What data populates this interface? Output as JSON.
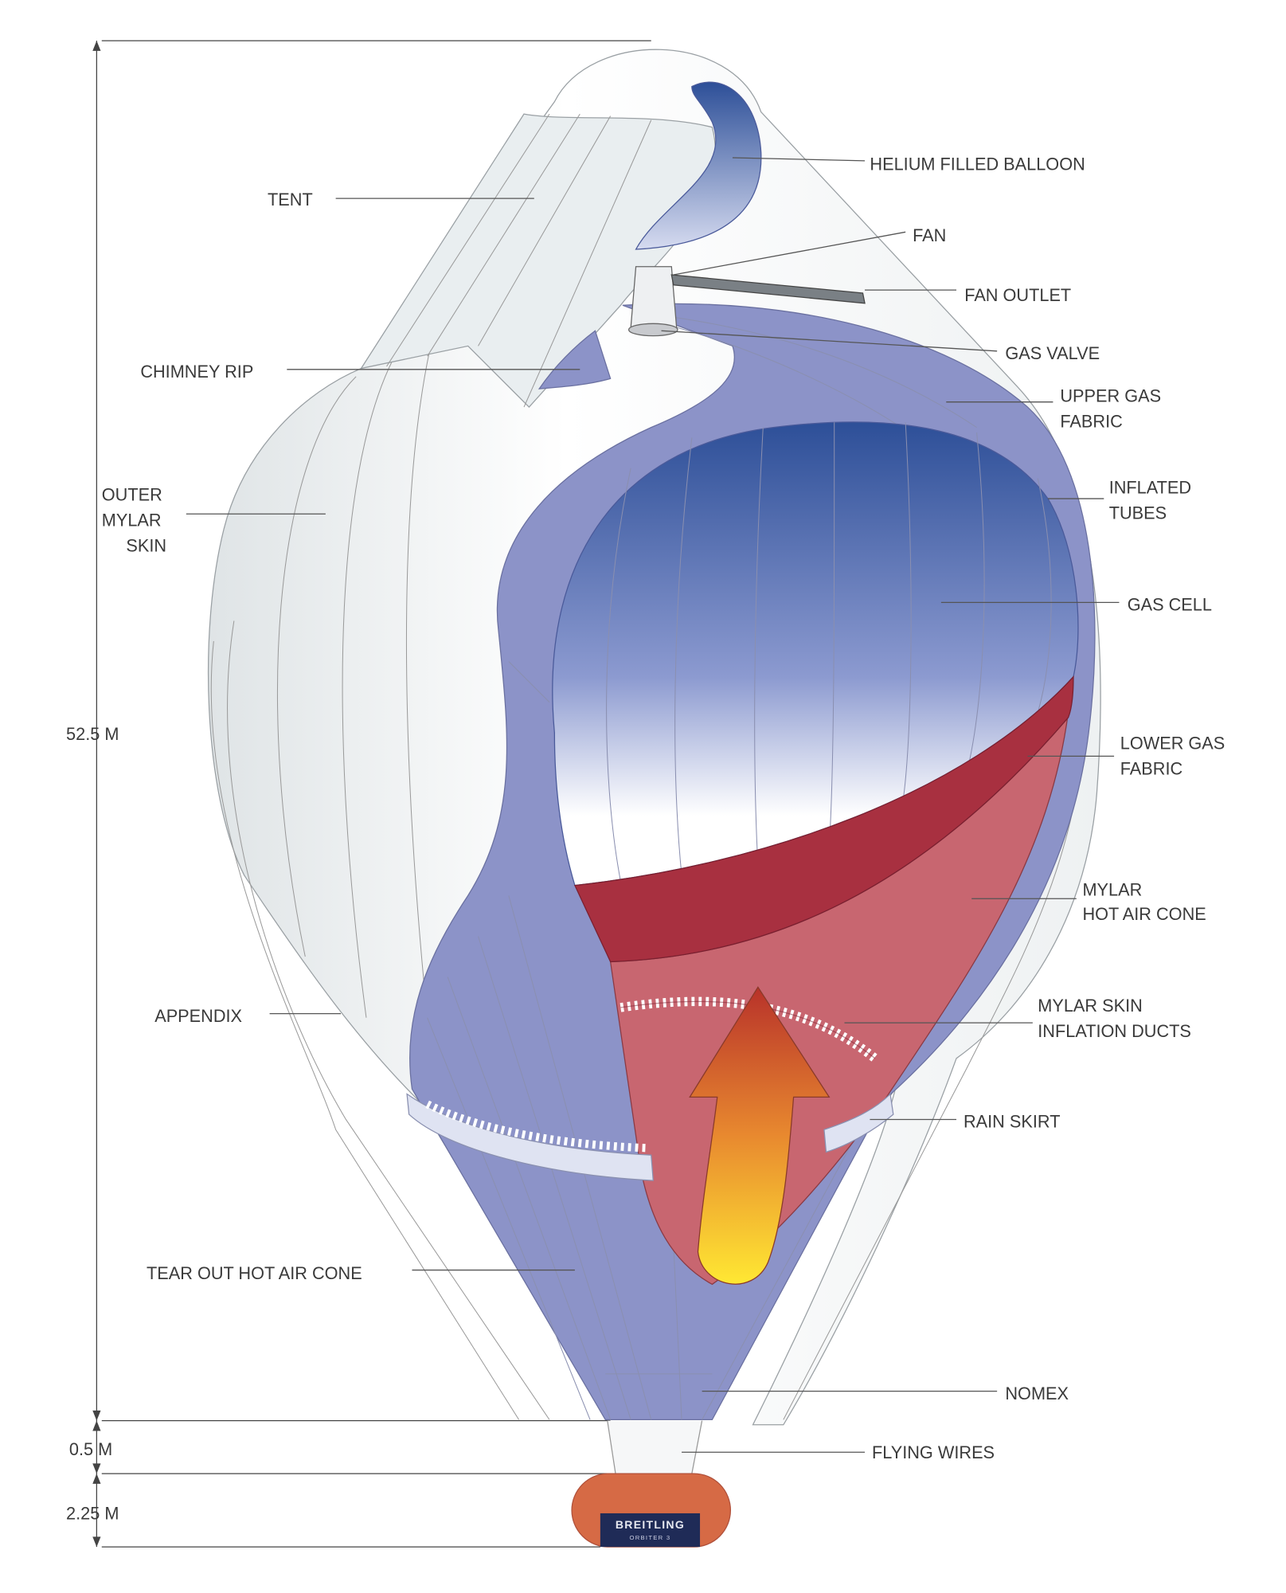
{
  "colors": {
    "envelope_white": "#f4f6f7",
    "fabric_blue": "#8c93c8",
    "gas_cell_top": "#2d4f98",
    "hot_air_red": "#a83040",
    "hot_air_pink": "#c86670",
    "arrow_top": "#b8322a",
    "arrow_bottom": "#ffe833",
    "capsule": "#d66a45",
    "capsule_label": "#1f2b57"
  },
  "dimensions": {
    "envelope_height": "52.5 M",
    "wires_height": "0.5 M",
    "capsule_height": "2.25 M"
  },
  "labels": {
    "tent": "TENT",
    "helium": "HELIUM FILLED BALLOON",
    "fan": "FAN",
    "fan_outlet": "FAN OUTLET",
    "gas_valve": "GAS VALVE",
    "chimney_rip": "CHIMNEY RIP",
    "upper_gas_fabric": [
      "UPPER GAS",
      "FABRIC"
    ],
    "inflated_tubes": [
      "INFLATED",
      "TUBES"
    ],
    "outer_mylar_skin": [
      "OUTER",
      "MYLAR",
      "SKIN"
    ],
    "gas_cell": "GAS CELL",
    "lower_gas_fabric": [
      "LOWER GAS",
      "FABRIC"
    ],
    "mylar_hot_air_cone": [
      "MYLAR",
      "HOT AIR CONE"
    ],
    "appendix": "APPENDIX",
    "inflation_ducts": [
      "MYLAR SKIN",
      "INFLATION DUCTS"
    ],
    "rain_skirt": "RAIN SKIRT",
    "tear_out_cone": "TEAR OUT HOT AIR CONE",
    "nomex": "NOMEX",
    "flying_wires": "FLYING WIRES"
  },
  "capsule": {
    "brand": "BREITLING",
    "model": "ORBITER 3"
  }
}
